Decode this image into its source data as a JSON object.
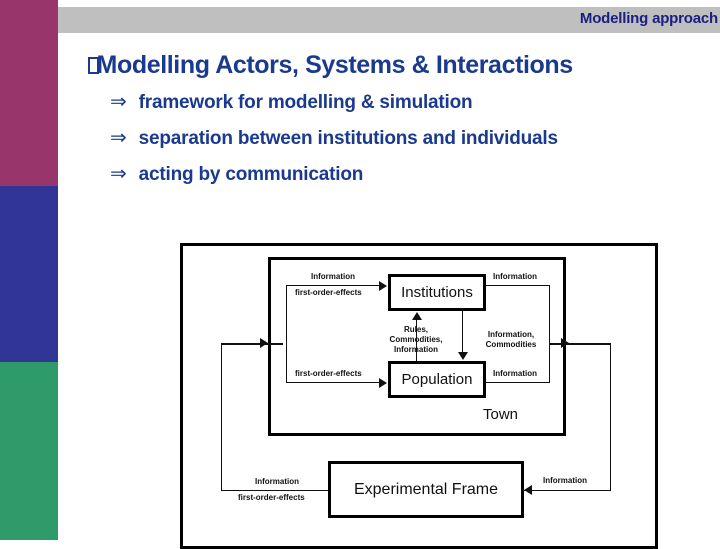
{
  "colors": {
    "sidebar_magenta": "#98356a",
    "sidebar_blue": "#313596",
    "sidebar_green": "#309b6a",
    "header_band": "#bfbfbf",
    "header_text": "#1a2080",
    "title_text": "#1a3a8f",
    "diagram_line": "#111111",
    "page_background": "#ffffff"
  },
  "header": {
    "title": "Modelling approach"
  },
  "slide": {
    "title": "Modelling Actors, Systems & Interactions",
    "title_prefix_glyph": "missing-glyph-box",
    "bullets": [
      {
        "marker": "⇒",
        "text": "framework for modelling & simulation"
      },
      {
        "marker": "⇒",
        "text": "separation between institutions and individuals"
      },
      {
        "marker": "⇒",
        "text": "acting by communication"
      }
    ]
  },
  "diagram": {
    "outer_frame_label": "",
    "town_label": "Town",
    "nodes": [
      {
        "id": "institutions",
        "label": "Institutions"
      },
      {
        "id": "population",
        "label": "Population"
      },
      {
        "id": "expframe",
        "label": "Experimental Frame"
      }
    ],
    "edge_labels": {
      "inst_in_information": "Information",
      "inst_in_first_order": "first-order-effects",
      "pop_in_first_order": "first-order-effects",
      "pop_to_inst": "Rules,\nCommodities,\nInformation",
      "pop_to_inst_line1": "Rules,",
      "pop_to_inst_line2": "Commodities,",
      "pop_to_inst_line3": "Information",
      "inst_to_pop_line1": "Information,",
      "inst_to_pop_line2": "Commodities",
      "inst_out_information": "Information",
      "pop_out_information": "Information",
      "frame_out_information": "Information",
      "frame_out_first_order": "first-order-effects",
      "frame_in_information": "Information"
    }
  }
}
